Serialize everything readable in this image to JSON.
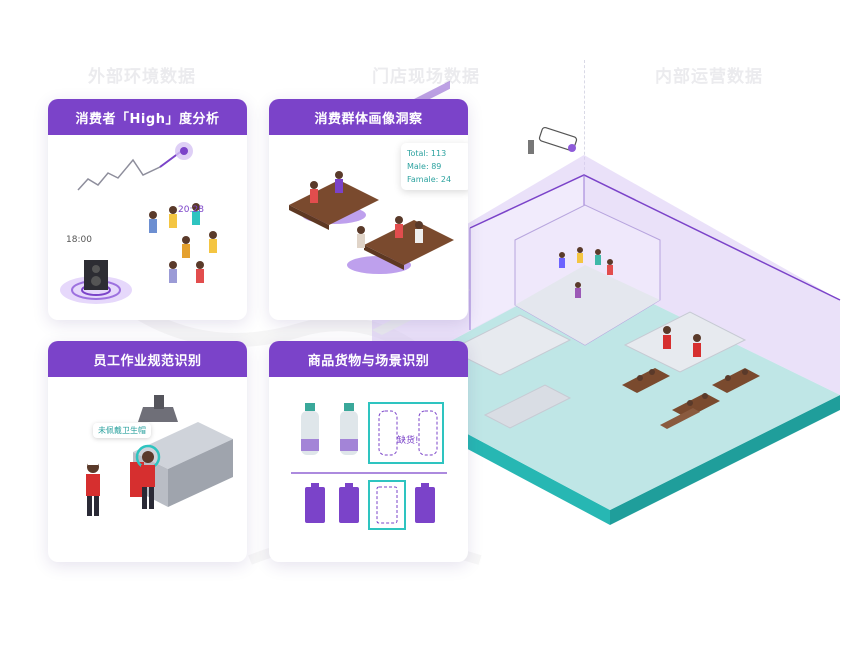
{
  "section_labels": {
    "external": "外部环境数据",
    "store": "门店现场数据",
    "internal": "内部运营数据"
  },
  "cards": {
    "high_index": {
      "title": "消费者「High」度分析",
      "time_start": "18:00",
      "time_end": "20:28"
    },
    "portrait": {
      "title": "消费群体画像洞察",
      "total": "Total: 113",
      "male": "Male: 89",
      "female": "Famale: 24"
    },
    "staff": {
      "title": "员工作业规范识别",
      "alert": "未佩戴卫生帽"
    },
    "goods": {
      "title": "商品货物与场景识别",
      "out_of_stock": "缺货!"
    }
  },
  "icons": [
    "camera-icon",
    "speaker-icon",
    "chart-peak-icon"
  ],
  "colors": {
    "purple": "#7b43c9",
    "teal": "#2ec4c0",
    "floor": "#bfe6e6",
    "wall": "#ece4fb"
  }
}
